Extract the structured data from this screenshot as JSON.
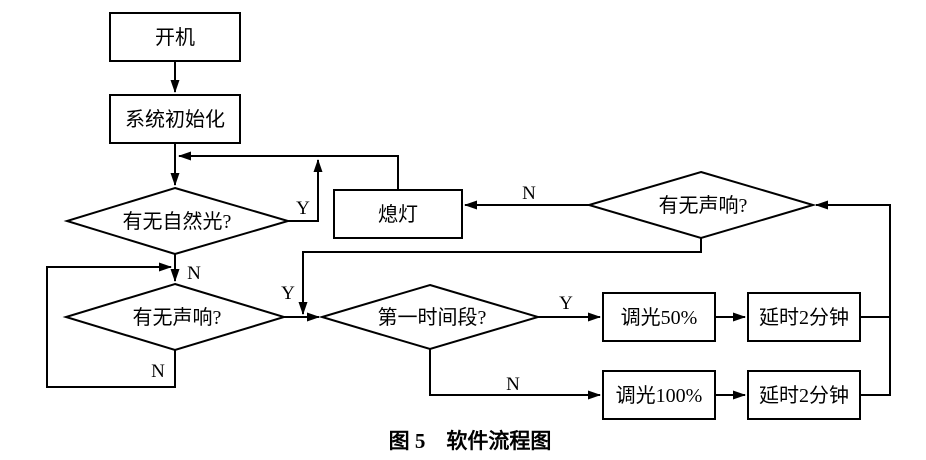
{
  "figure": {
    "caption": "图 5　软件流程图"
  },
  "nodes": {
    "power_on": "开机",
    "system_init": "系统初始化",
    "natural_light": "有无自然光?",
    "lights_off": "熄灯",
    "sound_check_top": "有无声响?",
    "sound_check_left": "有无声响?",
    "first_period": "第一时间段?",
    "dim_50": "调光50%",
    "delay_2min_top": "延时2分钟",
    "dim_100": "调光100%",
    "delay_2min_bottom": "延时2分钟"
  },
  "edge_labels": {
    "natural_light_yes": "Y",
    "natural_light_no": "N",
    "sound_left_no": "N",
    "sound_merge_yes": "Y",
    "first_period_yes": "Y",
    "first_period_no": "N",
    "sound_top_no": "N"
  },
  "colors": {
    "line": "#000000",
    "background": "#ffffff"
  }
}
